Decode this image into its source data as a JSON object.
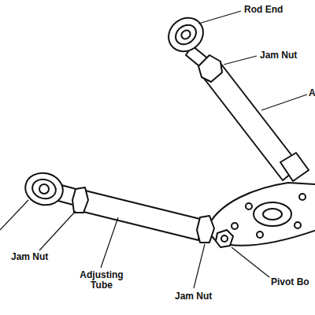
{
  "diagram": {
    "labels": [
      "Rod End",
      "Jam Nut",
      "A",
      "Jam Nut",
      "Adjusting Tube",
      "Jam Nut",
      "Pivot Bo"
    ]
  }
}
